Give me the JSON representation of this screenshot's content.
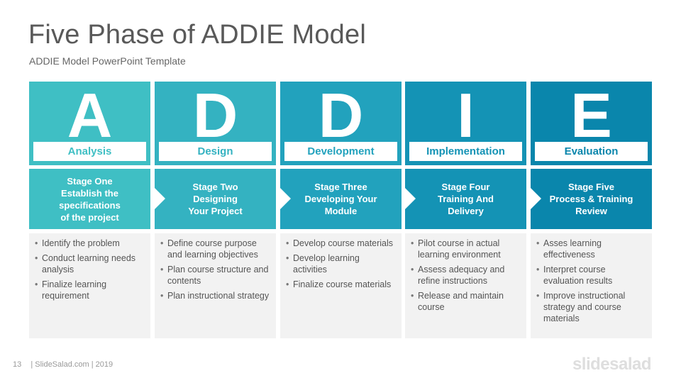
{
  "title": "Five Phase of ADDIE Model",
  "subtitle": "ADDIE Model PowerPoint Template",
  "phases": [
    {
      "letter": "A",
      "label": "Analysis",
      "color": "#3fbfc4",
      "stage": [
        "Stage One",
        "Establish the",
        "specifications",
        "of the project"
      ],
      "bullets": [
        "Identify the problem",
        "Conduct learning needs analysis",
        "Finalize learning requirement"
      ]
    },
    {
      "letter": "D",
      "label": "Design",
      "color": "#34b2c1",
      "stage": [
        "Stage Two",
        "Designing",
        "Your Project"
      ],
      "bullets": [
        "Define course purpose and learning objectives",
        "Plan course structure and contents",
        "Plan instructional strategy"
      ]
    },
    {
      "letter": "D",
      "label": "Development",
      "color": "#22a2bd",
      "stage": [
        "Stage Three",
        "Developing Your",
        "Module"
      ],
      "bullets": [
        "Develop course materials",
        "Develop learning activities",
        "Finalize course materials"
      ]
    },
    {
      "letter": "I",
      "label": "Implementation",
      "color": "#1493b5",
      "stage": [
        "Stage Four",
        "Training And",
        "Delivery"
      ],
      "bullets": [
        "Pilot course in actual learning environment",
        "Assess adequacy and refine instructions",
        "Release and maintain course"
      ]
    },
    {
      "letter": "E",
      "label": "Evaluation",
      "color": "#0a86ac",
      "stage": [
        "Stage Five",
        "Process & Training",
        "Review"
      ],
      "bullets": [
        "Asses learning effectiveness",
        "Interpret course evaluation results",
        "Improve instructional strategy and course materials"
      ]
    }
  ],
  "footer": {
    "page_number": "13",
    "text": "| SlideSalad.com | 2019"
  },
  "logo": "slidesalad"
}
